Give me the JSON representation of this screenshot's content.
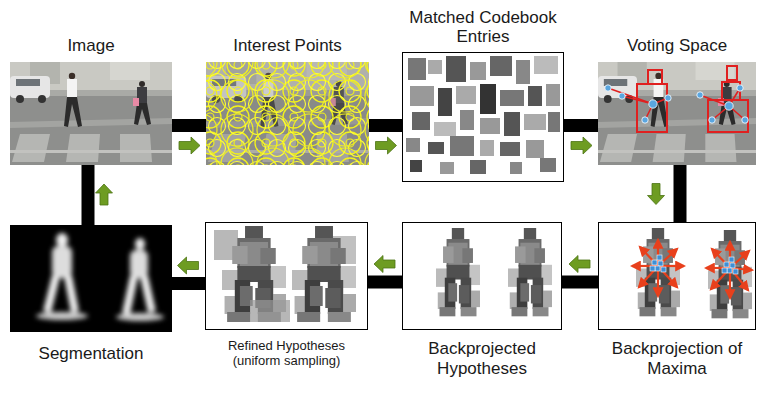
{
  "diagram": {
    "nodes": [
      {
        "text": [
          "Image"
        ]
      },
      {
        "text": [
          "Interest Points"
        ]
      },
      {
        "text": [
          "Matched Codebook Entries"
        ]
      },
      {
        "text": [
          "Voting Space"
        ]
      },
      {
        "text": [
          "Segmentation"
        ]
      },
      {
        "text": [
          "Refined Hypotheses (uniform sampling)"
        ]
      },
      {
        "text": [
          "Backprojected Hypotheses"
        ]
      },
      {
        "text": [
          "Backprojection of Maxima"
        ]
      }
    ],
    "edges": [
      {
        "from": 0,
        "to": 1,
        "arrow": "to"
      },
      {
        "from": 1,
        "to": 2,
        "arrow": "to"
      },
      {
        "from": 2,
        "to": 3,
        "arrow": "to"
      },
      {
        "from": 3,
        "to": 7,
        "arrow": "to"
      },
      {
        "from": 7,
        "to": 6,
        "arrow": "to"
      },
      {
        "from": 6,
        "to": 5,
        "arrow": "to"
      },
      {
        "from": 5,
        "to": 4,
        "arrow": "to"
      },
      {
        "from": 4,
        "to": 0,
        "arrow": "to"
      }
    ]
  }
}
